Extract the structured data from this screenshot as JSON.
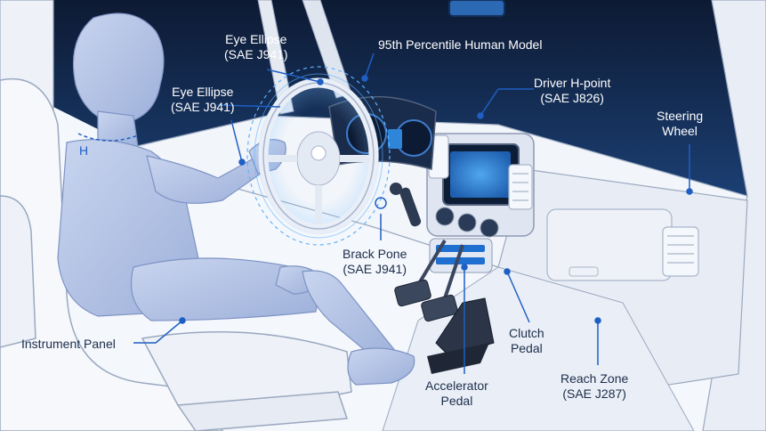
{
  "labels": {
    "eye_ellipse_top": {
      "line1": "Eye Ellipse",
      "line2": "(SAE J941)"
    },
    "eye_ellipse_left": {
      "line1": "Eye Ellipse",
      "line2": "(SAE J941)"
    },
    "human_model": {
      "line1": "95th Percentile Human Model"
    },
    "h_point": {
      "line1": "Driver H-point",
      "line2": "(SAE J826)"
    },
    "steering_wheel": {
      "line1": "Steering",
      "line2": "Wheel"
    },
    "h_marker": "H",
    "brack_pone": {
      "line1": "Brack Pone",
      "line2": "(SAE J941)"
    },
    "instrument_panel": {
      "line1": "Instrument Panel"
    },
    "clutch_pedal": {
      "line1": "Clutch",
      "line2": "Pedal"
    },
    "accelerator_pedal": {
      "line1": "Accelerator",
      "line2": "Pedal"
    },
    "reach_zone": {
      "line1": "Reach Zone",
      "line2": "(SAE J287)"
    }
  },
  "colors": {
    "sky_top": "#0d1a33",
    "sky_bottom": "#1b3f73",
    "annotation_blue": "#1f5fc4",
    "mannequin": "#b4c4e6",
    "interior": "#eef2f8",
    "line": "#9aa8bf",
    "screen": "#2f86d8"
  }
}
